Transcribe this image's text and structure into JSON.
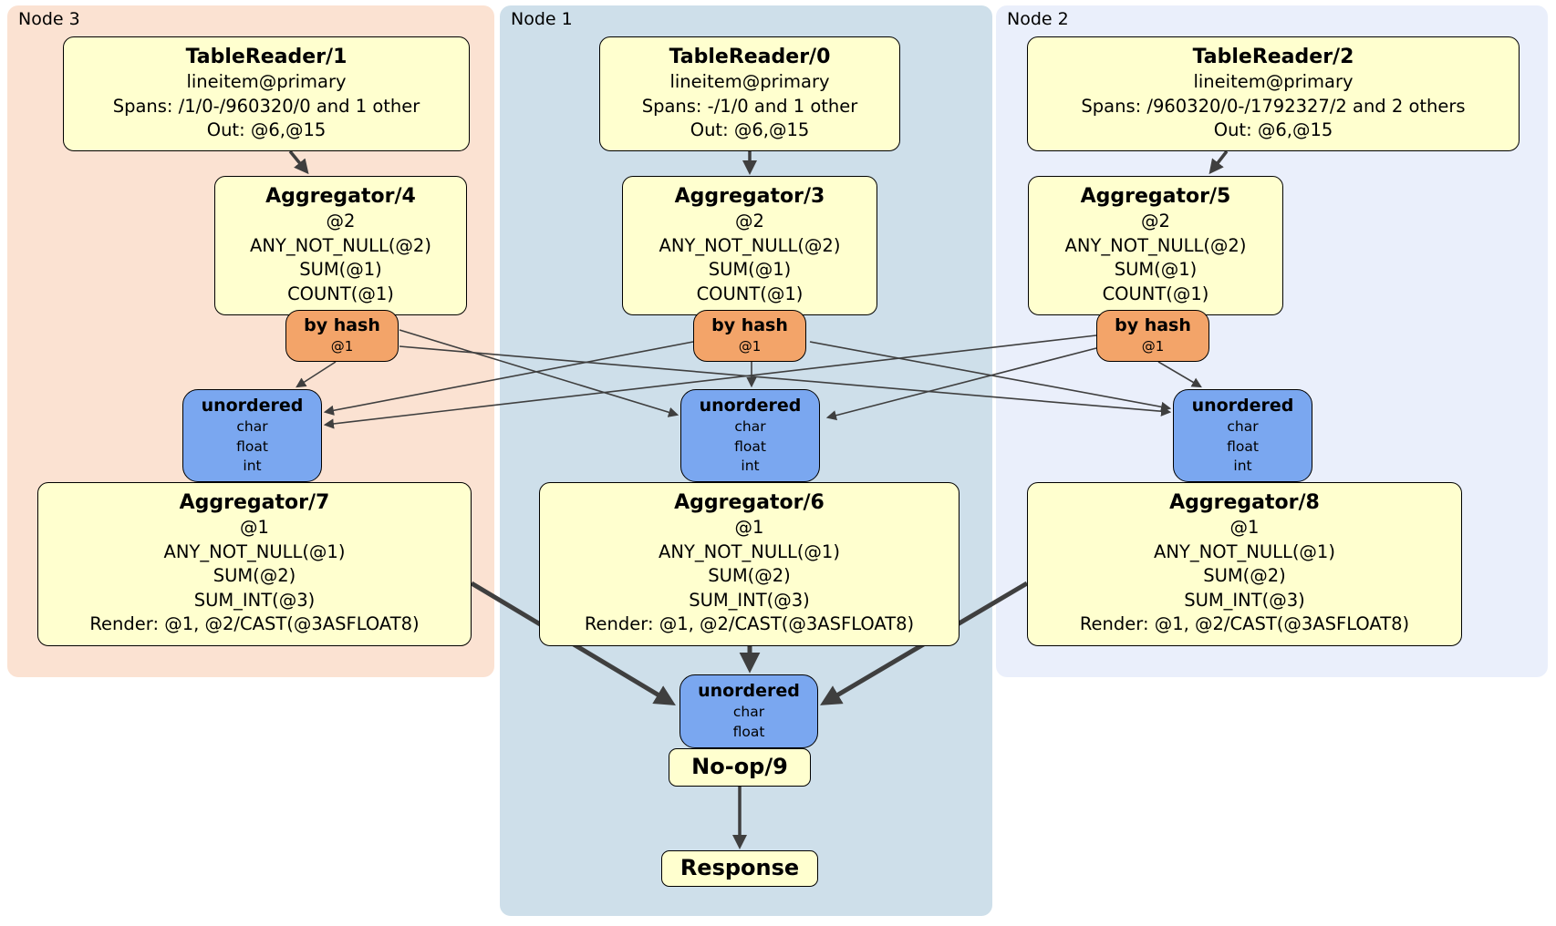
{
  "colors": {
    "node3_bg": "#fbe2d2",
    "node1_bg": "#cedfea",
    "node2_bg": "#eaeffb",
    "box_yellow": "#ffffcf",
    "router_orange": "#f3a469",
    "sync_blue": "#7aa7f0",
    "edge_color": "#3f3f3f"
  },
  "panels": {
    "node3": {
      "label": "Node 3"
    },
    "node1": {
      "label": "Node 1"
    },
    "node2": {
      "label": "Node 2"
    }
  },
  "processors": {
    "tr1": {
      "title": "TableReader/1",
      "lines": [
        "lineitem@primary",
        "Spans: /1/0-/960320/0 and 1 other",
        "Out: @6,@15"
      ]
    },
    "tr0": {
      "title": "TableReader/0",
      "lines": [
        "lineitem@primary",
        "Spans: -/1/0 and 1 other",
        "Out: @6,@15"
      ]
    },
    "tr2": {
      "title": "TableReader/2",
      "lines": [
        "lineitem@primary",
        "Spans: /960320/0-/1792327/2 and 2 others",
        "Out: @6,@15"
      ]
    },
    "agg4": {
      "title": "Aggregator/4",
      "lines": [
        "@2",
        "ANY_NOT_NULL(@2)",
        "SUM(@1)",
        "COUNT(@1)"
      ]
    },
    "agg3": {
      "title": "Aggregator/3",
      "lines": [
        "@2",
        "ANY_NOT_NULL(@2)",
        "SUM(@1)",
        "COUNT(@1)"
      ]
    },
    "agg5": {
      "title": "Aggregator/5",
      "lines": [
        "@2",
        "ANY_NOT_NULL(@2)",
        "SUM(@1)",
        "COUNT(@1)"
      ]
    },
    "hash3": {
      "title": "by hash",
      "lines": [
        "@1"
      ]
    },
    "hash1": {
      "title": "by hash",
      "lines": [
        "@1"
      ]
    },
    "hash2": {
      "title": "by hash",
      "lines": [
        "@1"
      ]
    },
    "sync3": {
      "title": "unordered",
      "lines": [
        "char",
        "float",
        "int"
      ]
    },
    "sync1": {
      "title": "unordered",
      "lines": [
        "char",
        "float",
        "int"
      ]
    },
    "sync2": {
      "title": "unordered",
      "lines": [
        "char",
        "float",
        "int"
      ]
    },
    "agg7": {
      "title": "Aggregator/7",
      "lines": [
        "@1",
        "ANY_NOT_NULL(@1)",
        "SUM(@2)",
        "SUM_INT(@3)",
        "Render: @1, @2/CAST(@3ASFLOAT8)"
      ]
    },
    "agg6": {
      "title": "Aggregator/6",
      "lines": [
        "@1",
        "ANY_NOT_NULL(@1)",
        "SUM(@2)",
        "SUM_INT(@3)",
        "Render: @1, @2/CAST(@3ASFLOAT8)"
      ]
    },
    "agg8": {
      "title": "Aggregator/8",
      "lines": [
        "@1",
        "ANY_NOT_NULL(@1)",
        "SUM(@2)",
        "SUM_INT(@3)",
        "Render: @1, @2/CAST(@3ASFLOAT8)"
      ]
    },
    "syncf": {
      "title": "unordered",
      "lines": [
        "char",
        "float"
      ]
    },
    "noop": {
      "title": "No-op/9"
    },
    "response": {
      "title": "Response"
    }
  }
}
